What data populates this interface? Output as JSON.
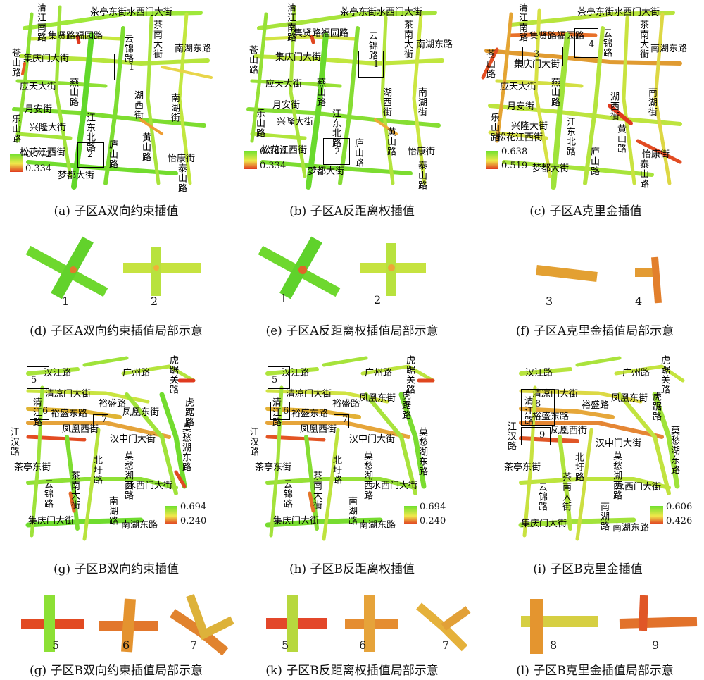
{
  "colors": {
    "high": "#6fe02e",
    "mid": "#f0e84b",
    "low": "#e03a1f"
  },
  "captions": [
    "(a) 子区A双向约束插值",
    "(b) 子区A反距离权插值",
    "(c) 子区A克里金插值",
    "(d) 子区A双向约束插值局部示意",
    "(e) 子区A反距离权插值局部示意",
    "(f) 子区A克里金插值局部示意",
    "(g) 子区B双向约束插值",
    "(h) 子区B反距离权插值",
    "(i) 子区B克里金插值",
    "(g) 子区B双向约束插值局部示意",
    "(k) 子区B反距离权插值局部示意",
    "(l) 子区B克里金插值局部示意"
  ],
  "legends": [
    {
      "high": "0.772",
      "low": "0.334"
    },
    {
      "high": "0.746",
      "low": "0.334"
    },
    {
      "high": "0.638",
      "low": "0.519"
    },
    {
      "high": "0.694",
      "low": "0.240"
    },
    {
      "high": "0.694",
      "low": "0.240"
    },
    {
      "high": "0.606",
      "low": "0.426"
    }
  ],
  "roads_a": {
    "chating_shuiximen": "茶亭东街水西门大街",
    "qingjiang_s": "清江南路",
    "jixian_fuyuan": "集贤路福园路",
    "chanan": "茶南大街",
    "nanhu_e": "南湖东路",
    "yunjin": "云锦路",
    "cangshan": "苍山路",
    "jiqingmen": "集庆门大街",
    "yingtian": "应天大街",
    "yanshan": "燕山路",
    "yuean": "月安街",
    "lushan_a": "乐山路",
    "xinglong": "兴隆大街",
    "songhuajiang": "松花江西街",
    "jiangdong_n": "江东北路",
    "lushan": "庐山路",
    "huxi": "湖西街",
    "nanhu_a": "南湖街",
    "huangshan": "黄山路",
    "yikang": "怡康街",
    "mengdu": "梦都大街",
    "taishan": "泰山路"
  },
  "roads_b": {
    "hanjiang": "汉江路",
    "guangzhou": "广州路",
    "humingguan": "虎踞关路",
    "qingliangmen": "清凉门大街",
    "qingjiang": "清江路",
    "yusheng_e": "裕盛东路",
    "yusheng": "裕盛路",
    "fenghuang_e": "凤凰东街",
    "fenghuang_w": "凤凰西街",
    "huju": "虎踞路",
    "jianghan": "江汉路",
    "hanzhongmen": "汉中门大街",
    "mochouhu_e": "莫愁湖东路",
    "chating_e": "茶亭东街",
    "beiwei": "北圩路",
    "mochouhu_w": "莫愁湖西路",
    "chanan": "茶南大街",
    "shuiximen": "水西门大街",
    "yunjin": "云锦路",
    "nanhu": "南湖路",
    "jiqingmen": "集庆门大街",
    "nanhu_e": "南湖东路"
  },
  "box_labels": {
    "a1": "1",
    "a2": "2",
    "c3": "3",
    "c4": "4",
    "b5": "5",
    "b6": "6",
    "b7": "7",
    "i8": "8",
    "i9": "9"
  },
  "detail_numbers": {
    "d": [
      "1",
      "2"
    ],
    "e": [
      "1",
      "2"
    ],
    "f": [
      "3",
      "4"
    ],
    "g": [
      "5",
      "6",
      "7"
    ],
    "k": [
      "5",
      "6",
      "7"
    ],
    "l": [
      "8",
      "9"
    ]
  }
}
